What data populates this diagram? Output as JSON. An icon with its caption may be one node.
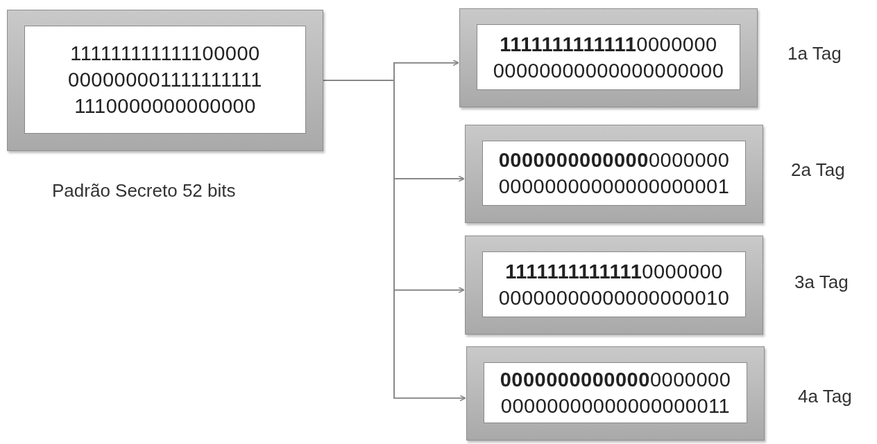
{
  "diagram": {
    "nodes": [
      {
        "text": [
          "111111111111100000",
          "000000001111111111",
          "1110000000000000"
        ],
        "beside": [
          "Padrão Secreto 52 bits"
        ]
      },
      {
        "text": [
          "**1111111111111**0000000",
          "00000000000000000000"
        ],
        "beside": [
          "1a Tag"
        ]
      },
      {
        "text": [
          "**0000000000000**0000000",
          "00000000000000000001"
        ],
        "beside": [
          "2a Tag"
        ]
      },
      {
        "text": [
          "**1111111111111**0000000",
          "00000000000000000010"
        ],
        "beside": [
          "3a Tag"
        ]
      },
      {
        "text": [
          "**0000000000000**0000000",
          "00000000000000000011"
        ],
        "beside": [
          "4a Tag"
        ]
      }
    ],
    "edges": [
      {
        "from": 0,
        "to": 1,
        "arrow": "to"
      },
      {
        "from": 0,
        "to": 2,
        "arrow": "to"
      },
      {
        "from": 0,
        "to": 3,
        "arrow": "to"
      },
      {
        "from": 0,
        "to": 4,
        "arrow": "to"
      }
    ]
  }
}
